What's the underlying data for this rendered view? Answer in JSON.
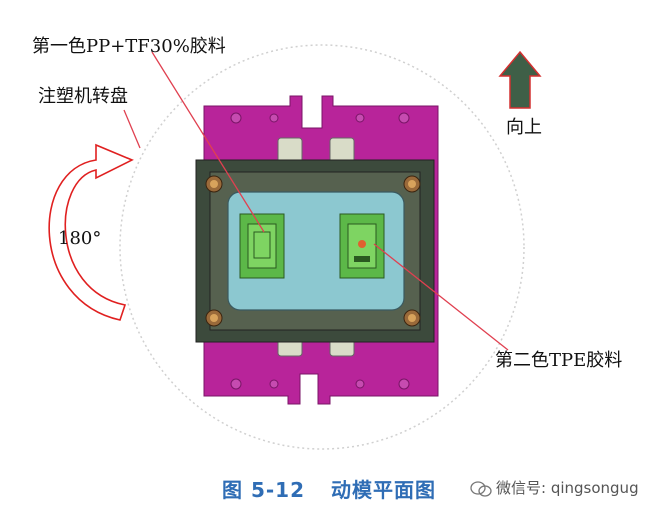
{
  "labels": {
    "first_color": "第一色PP+TF30%胶料",
    "turntable": "注塑机转盘",
    "angle": "180°",
    "direction_up": "向上",
    "second_color": "第二色TPE胶料"
  },
  "caption": {
    "figure_number": "图 5-12",
    "title": "动模平面图"
  },
  "watermark": {
    "text": "微信号: qingsongug",
    "icon": "wechat-icon"
  },
  "colors": {
    "mold_plate": "#b8249a",
    "inner_frame": "#3c4a3c",
    "cavity_area": "#8cc8d0",
    "insert_green": "#5cb848",
    "rotation_arrow": "#e02020",
    "caption_blue": "#2f6db5",
    "up_arrow_fill": "#3f5f47",
    "up_arrow_outline": "#d43030"
  }
}
